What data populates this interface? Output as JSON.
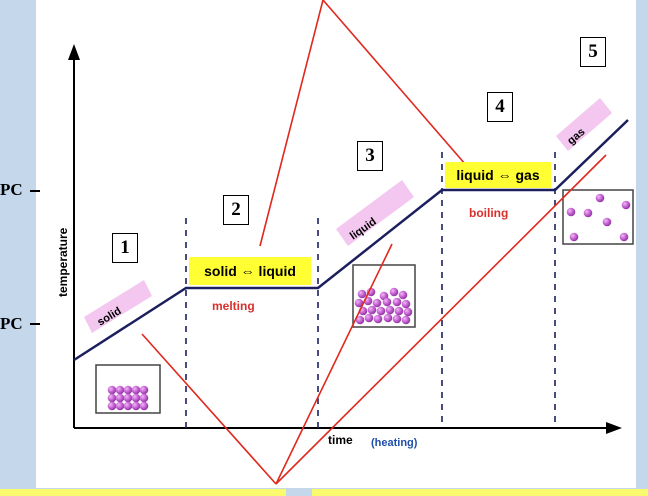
{
  "side_labels": {
    "upper": "PC",
    "lower": "PC"
  },
  "y_axis_label": "temperature",
  "x_axis": {
    "label": "time",
    "qualifier": "(heating)"
  },
  "stage_numbers": [
    "1",
    "2",
    "3",
    "4",
    "5"
  ],
  "phase_labels": {
    "solid": "solid",
    "liquid": "liquid",
    "gas": "gas"
  },
  "transitions": {
    "melting_box": "solid ⇔ liquid",
    "melting_text": "melting",
    "boiling_box": "liquid ⇔ gas",
    "boiling_text": "boiling"
  },
  "colors": {
    "curve": "#1c1f5e",
    "pointer": "#e0281e",
    "pink_label": "#f3c7f0",
    "yellow_label": "#ffff33",
    "particle": "#b64fc4"
  }
}
